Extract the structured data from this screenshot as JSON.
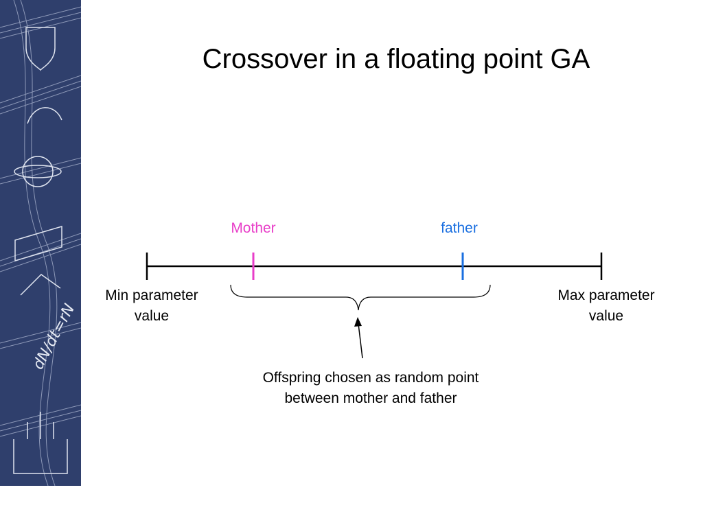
{
  "slide": {
    "title": "Crossover in a floating point GA"
  },
  "labels": {
    "mother": "Mother",
    "father": "father",
    "min_line1": "Min parameter",
    "min_line2": "value",
    "max_line1": "Max parameter",
    "max_line2": "value",
    "offspring_line1": "Offspring chosen as random point",
    "offspring_line2": "between mother and father"
  },
  "colors": {
    "mother": "#e83ec8",
    "father": "#1a6fe0",
    "strip_background": "#2f3f6c",
    "line": "#000000"
  }
}
